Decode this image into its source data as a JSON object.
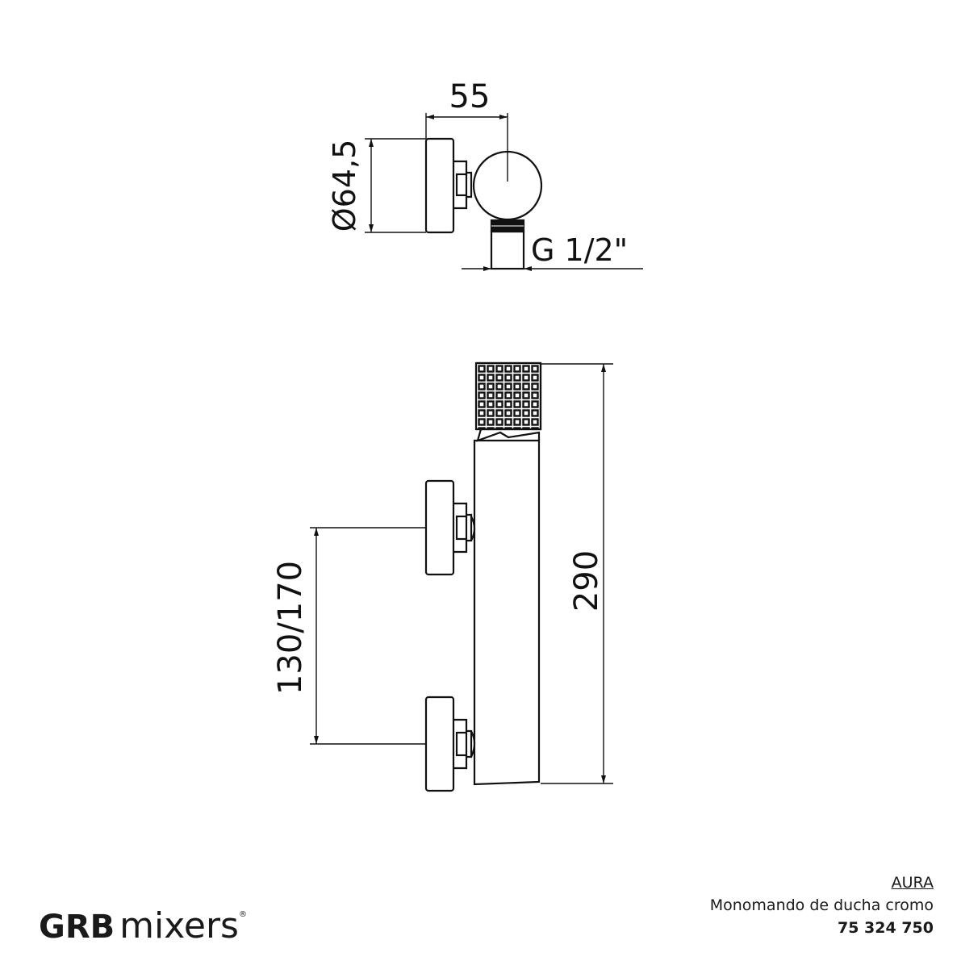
{
  "drawing": {
    "top_view": {
      "width_dim": "55",
      "diameter_dim": "Ø64,5",
      "thread_dim": "G 1/2\""
    },
    "front_view": {
      "height_dim": "290",
      "spacing_dim": "130/170"
    }
  },
  "footer": {
    "brand": "GRB",
    "brand_word": "mixers",
    "registered": "®",
    "product_name": "AURA",
    "description": "Monomando de ducha cromo",
    "code": "75 324 750"
  }
}
